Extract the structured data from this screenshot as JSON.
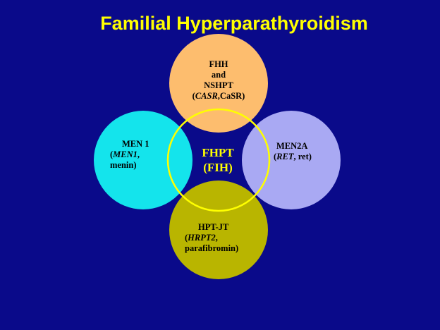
{
  "title": "Familial Hyperparathyroidism",
  "colors": {
    "background": "#0a0a8a",
    "title": "#ffff00",
    "top_circle": "#fdbd6e",
    "left_circle": "#14e4ec",
    "right_circle": "#a9a9f3",
    "bottom_circle": "#b9b500",
    "center_ring": "#ffff00"
  },
  "circles": {
    "top": {
      "line1": "FHH",
      "line2": "and",
      "line3": "NSHPT",
      "line4_open": "(",
      "line4_gene": "CASR",
      "line4_rest": ",CaSR)"
    },
    "left": {
      "line1": "MEN 1",
      "line2_open": "(",
      "line2_gene": "MEN1",
      "line2_rest": ",",
      "line3": "menin)"
    },
    "right": {
      "line1": "MEN2A",
      "line2_open": "(",
      "line2_gene": "RET",
      "line2_rest": ", ret)"
    },
    "bottom": {
      "line1": "HPT-JT",
      "line2_open": "(",
      "line2_gene": "HRPT2",
      "line2_rest": ",",
      "line3": "parafibromin)"
    }
  },
  "center": {
    "line1": "FHPT",
    "line2": "(FIH)"
  }
}
